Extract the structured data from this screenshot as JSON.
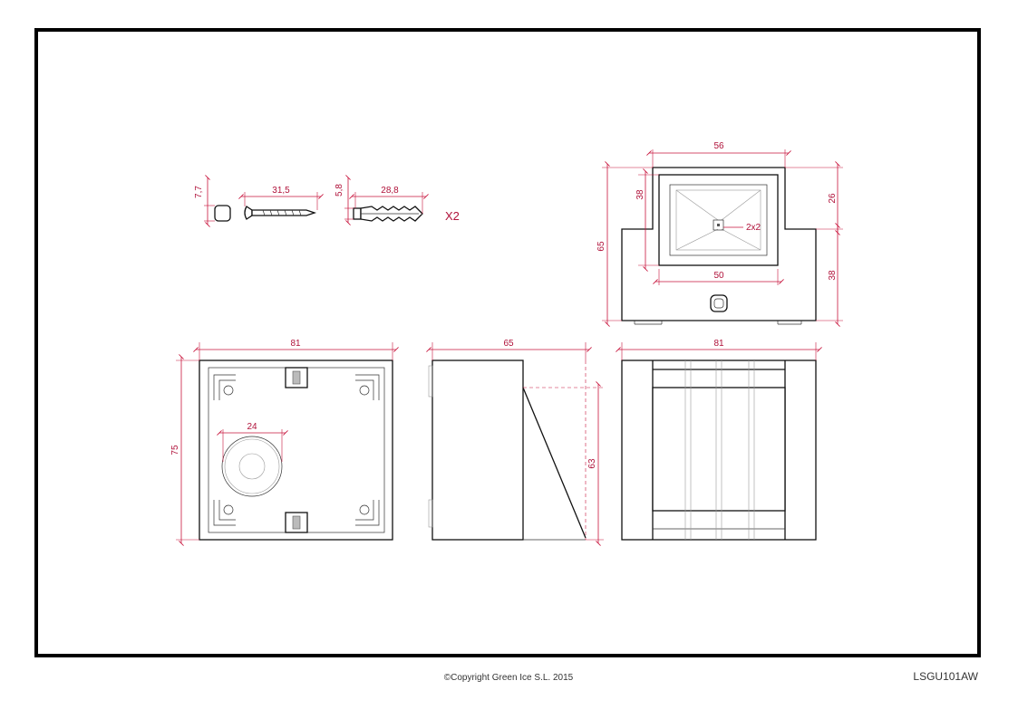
{
  "accessories": {
    "screw_head_dim": "7,7",
    "screw_length_dim": "31,5",
    "plug_head_dim": "5,8",
    "plug_length_dim": "28,8",
    "quantity": "X2"
  },
  "front_view": {
    "width_top": "56",
    "lens_height": "38",
    "upper_height": "26",
    "lower_height": "38",
    "total_height": "65",
    "lens_width": "50",
    "led_size": "2x2"
  },
  "back_view": {
    "width": "81",
    "height": "75",
    "hole_diameter": "24"
  },
  "side_view": {
    "depth": "65",
    "height": "63"
  },
  "top_view": {
    "width": "81"
  },
  "footer": {
    "copyright": "©Copyright Green Ice S.L. 2015",
    "code": "LSGU101AW"
  },
  "colors": {
    "dimension": "#c8143c",
    "outline": "#111111",
    "frame": "#000000"
  }
}
